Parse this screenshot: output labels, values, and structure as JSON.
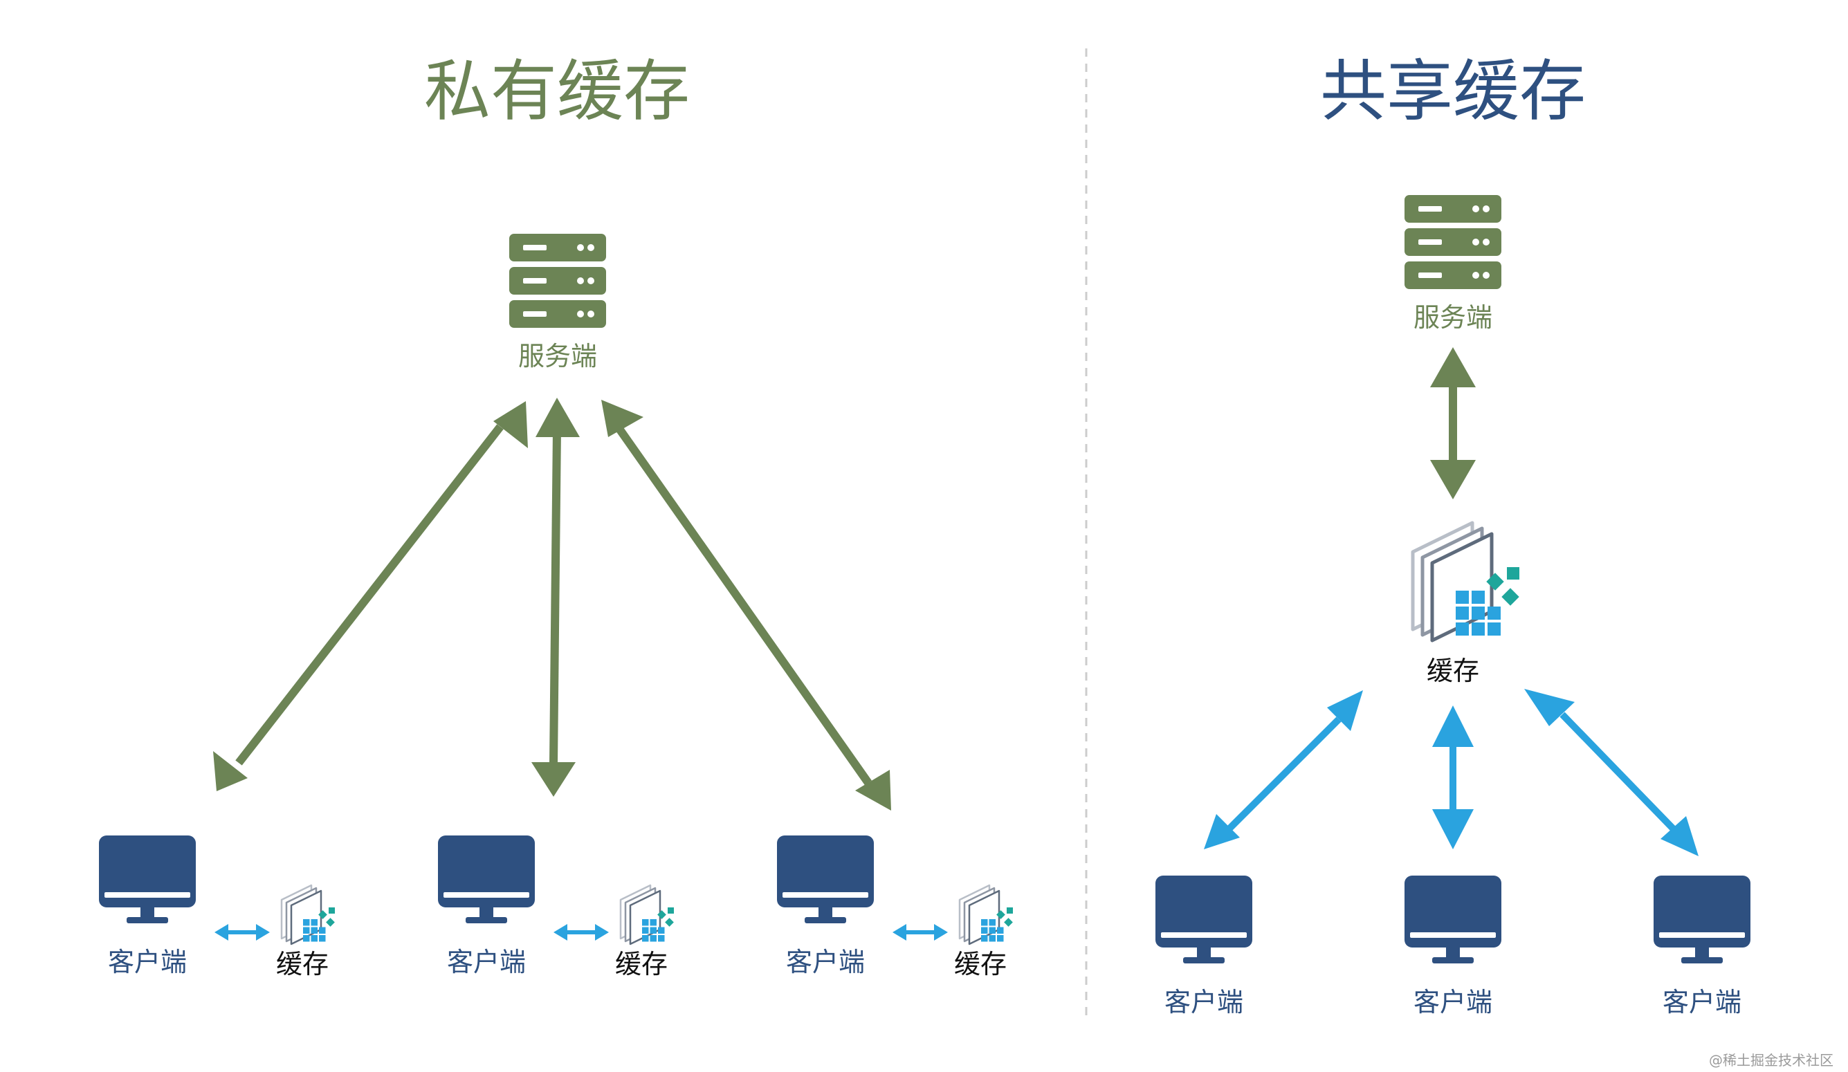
{
  "private": {
    "title": "私有缓存",
    "server_label": "服务端",
    "client_label": "客户端",
    "cache_label": "缓存"
  },
  "shared": {
    "title": "共享缓存",
    "server_label": "服务端",
    "client_label": "客户端",
    "cache_label": "缓存"
  },
  "watermark": "@稀土掘金技术社区",
  "colors": {
    "green": "#6c8455",
    "navy": "#2e5080",
    "blue": "#2aa3df",
    "teal": "#1ea69b",
    "divider": "#cccccc"
  }
}
